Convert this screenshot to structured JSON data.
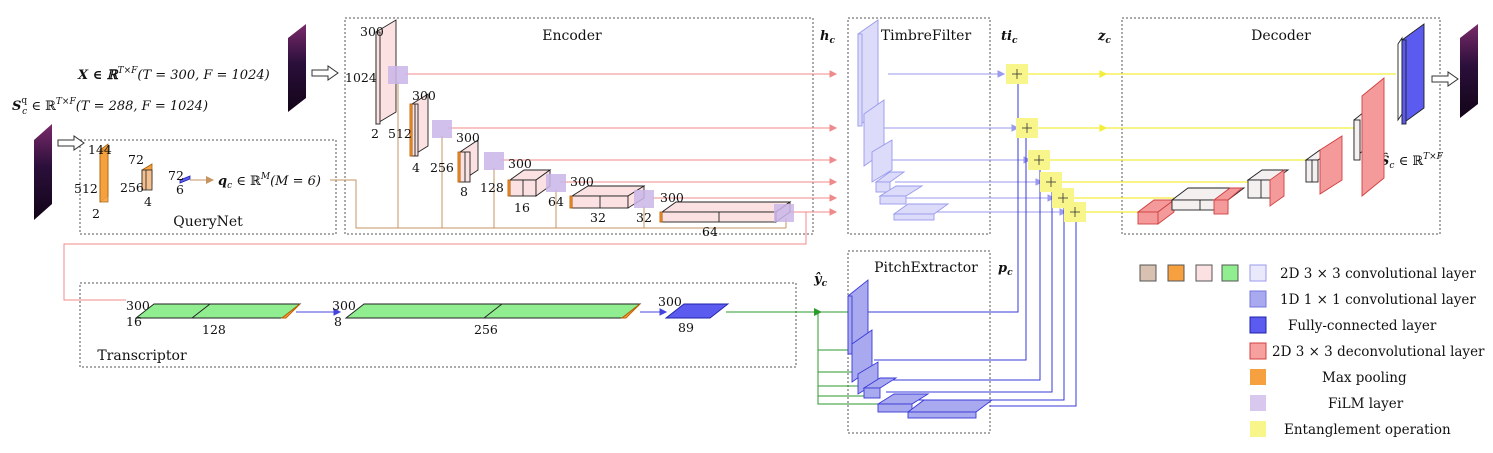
{
  "modules": {
    "encoder": "Encoder",
    "timbre_filter": "TimbreFilter",
    "decoder": "Decoder",
    "query_net": "QueryNet",
    "transcriptor": "Transcriptor",
    "pitch_extractor": "PitchExtractor"
  },
  "symbols": {
    "h": "h",
    "h_sub": "c",
    "ti": "ti",
    "ti_sub": "c",
    "z": "z",
    "z_sub": "c",
    "y": "ŷ",
    "y_sub": "c",
    "p": "p",
    "p_sub": "c"
  },
  "formulas": {
    "x_input": "X ∈ ℝ",
    "x_sup": "T×F",
    "x_rest": "(T = 300, F = 1024)",
    "s_input": "S",
    "s_sup": "q",
    "s_sub": "c",
    "s_rest_a": " ∈ ℝ",
    "s_rest_sup": "T×F",
    "s_rest_b": "(T = 288, F = 1024)",
    "q_out": "q",
    "q_sub": "c",
    "q_rest": " ∈ ℝ",
    "q_sup": "M",
    "q_tail": "(M = 6)",
    "s_out": "Ŝ",
    "s_out_sub": "c",
    "s_out_rest": " ∈ ℝ",
    "s_out_sup": "T×F"
  },
  "dims": {
    "enc_300": "300",
    "enc_1024": "1024",
    "enc_2": "2",
    "enc_b2_300": "300",
    "enc_b2_512": "512",
    "enc_b2_4": "4",
    "enc_b3_300": "300",
    "enc_b3_256": "256",
    "enc_b3_8": "8",
    "enc_b4_300": "300",
    "enc_b4_128": "128",
    "enc_b4_16": "16",
    "enc_b5_300": "300",
    "enc_b5_64": "64",
    "enc_b5_32": "32",
    "enc_b6_300": "300",
    "enc_b6_32": "32",
    "enc_b6_64": "64",
    "q_144": "144",
    "q_512": "512",
    "q_2": "2",
    "q_72": "72",
    "q_256": "256",
    "q_4": "4",
    "q_72b": "72",
    "q_6": "6",
    "t_300a": "300",
    "t_16": "16",
    "t_128": "128",
    "t_300b": "300",
    "t_8": "8",
    "t_256": "256",
    "t_300c": "300",
    "t_89": "89"
  },
  "legend": {
    "items": [
      "2D 3 × 3 convolutional layer",
      "1D 1 × 1 convolutional layer",
      "Fully-connected layer",
      "2D 3 × 3 deconvolutional layer",
      "Max pooling",
      "FiLM layer",
      "Entanglement operation"
    ],
    "swatches": [
      "#e9e9fb",
      "#a9a9ef",
      "#5b5bf0",
      "#f7a0a0",
      "#f7a040",
      "#d8c8ee",
      "#f8f58a"
    ],
    "conv_swatches": [
      "#d8c1b0",
      "#f7a040",
      "#fbe1e1",
      "#90ee90"
    ]
  },
  "colors": {
    "encoder_block": "#fbe1e1",
    "pool": "#f7a040",
    "film": "#c9b6e8",
    "timbre": "#dcdcfa",
    "decoder": "#f49a9a",
    "green": "#90ee90",
    "fc": "#5b5bf0",
    "entangle": "#f8f58a",
    "wire_red": "#f08a8a",
    "wire_blue": "#8b8be8",
    "wire_yellow": "#f3ee3c",
    "wire_brown": "#c59460",
    "wire_green": "#2c9a2c"
  }
}
